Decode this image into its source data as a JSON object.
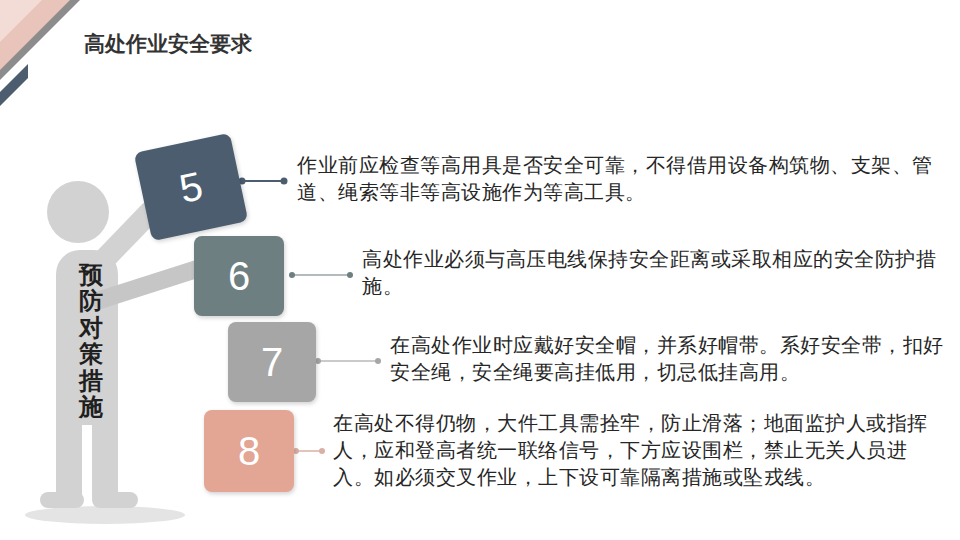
{
  "diagram": {
    "title": "高处作业安全要求",
    "nodes": [
      {
        "text": [
          "5"
        ]
      },
      {
        "text": [
          "6"
        ]
      },
      {
        "text": [
          "7"
        ]
      },
      {
        "text": [
          "8"
        ]
      }
    ],
    "labels": [
      "预防对策措施",
      "作业前应检查等高用具是否安全可靠，不得借用设备构筑物、支架、管道、绳索等非等高设施作为等高工具。",
      "高处作业必须与高压电线保持安全距离或采取相应的安全防护措施。",
      "在高处作业时应戴好安全帽，并系好帽带。系好安全带，扣好安全绳，安全绳要高挂低用，切忌低挂高用。",
      "在高处不得仍物，大件工具需拴牢，防止滑落；地面监护人或指挥人，应和登高者统一联络信号，下方应设围栏，禁止无关人员进入。如必须交叉作业，上下设可靠隔离措施或坠戎线。"
    ]
  }
}
